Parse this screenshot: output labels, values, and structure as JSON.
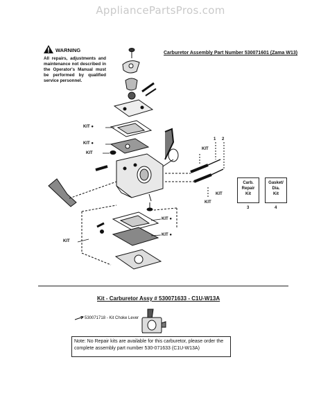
{
  "watermark": "AppliancePartsPros.com",
  "warning": {
    "title": "WARNING",
    "text": "All repairs, adjustments and maintenance not described in the Operator's Manual must be performed by qualified service personnel."
  },
  "assembly": {
    "title": "Carburetor Assembly Part Number 530071601 (Zama W13)"
  },
  "callouts": {
    "kit_1": "KIT ●",
    "kit_2": "KIT ●",
    "kit_3": "KIT",
    "kit_4": "KIT",
    "kit_5": "KIT",
    "kit_6": "KIT",
    "kit_7": "KIT ●",
    "kit_8": "KIT ●",
    "kit_9": "KIT",
    "num_1": "1",
    "num_2": "2",
    "num_3": "3",
    "num_4": "4"
  },
  "boxes": {
    "carb_repair": [
      "Carb.",
      "Repair",
      "Kit"
    ],
    "gasket_dia": [
      "Gasket/",
      "Dia.",
      "Kit"
    ]
  },
  "kit_section": {
    "title": "Kit - Carburetor Assy # 530071633 - C1U-W13A",
    "item": "530071718 - Kit Choke Lever",
    "note": "Note: No Repair kits are available for this carburetor, please order the complete assembly part number 530-071633  (C1U-W13A)"
  }
}
